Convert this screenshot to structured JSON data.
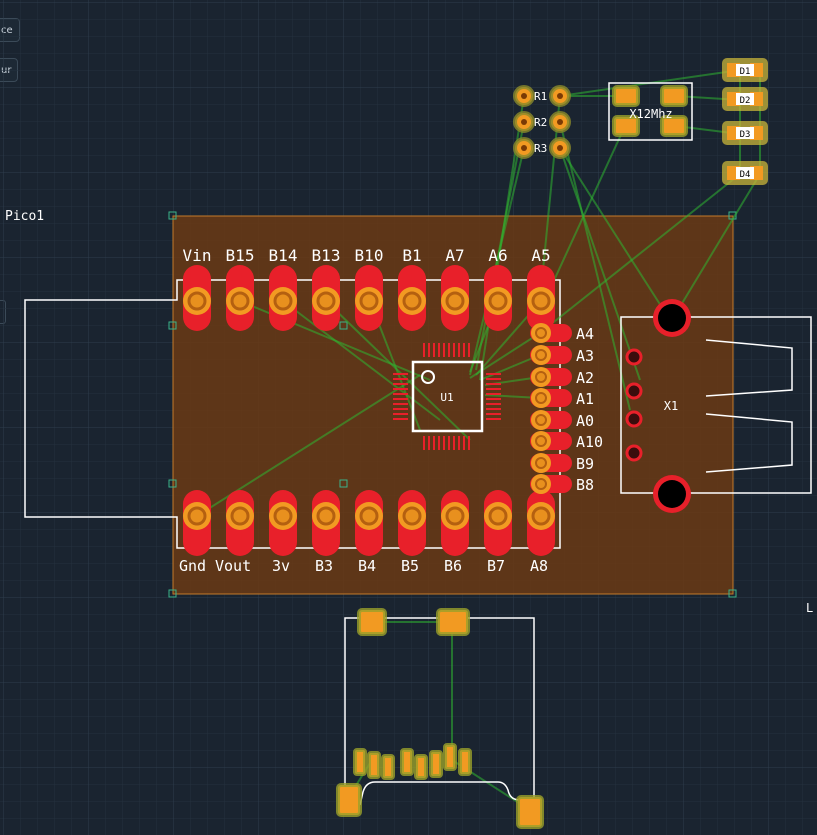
{
  "toolbar": {
    "button1_label": "ce",
    "button2_label": "ur"
  },
  "board": {
    "pico_label": "Pico1",
    "edge_label": "L",
    "top_pins": [
      "Vin",
      "B15",
      "B14",
      "B13",
      "B10",
      "B1",
      "A7",
      "A6",
      "A5"
    ],
    "bottom_pins": [
      "Gnd",
      "Vout",
      "3v",
      "B3",
      "B4",
      "B5",
      "B6",
      "B7",
      "A8"
    ],
    "right_pins": [
      "A4",
      "A3",
      "A2",
      "A1",
      "A0",
      "A10",
      "B9",
      "B8"
    ],
    "chip_label": "U1",
    "usb_label": "X1",
    "crystal_label": "X12Mhz",
    "resistors": [
      "R1",
      "R2",
      "R3"
    ],
    "leds": [
      "D1",
      "D2",
      "D3",
      "D4"
    ]
  },
  "colors": {
    "background": "#1a2430",
    "board_fill": "#6b3a14",
    "pad_red": "#e8202a",
    "pad_orange": "#f29a22",
    "trace_green": "#2fb432",
    "silkscreen": "#ffffff"
  }
}
